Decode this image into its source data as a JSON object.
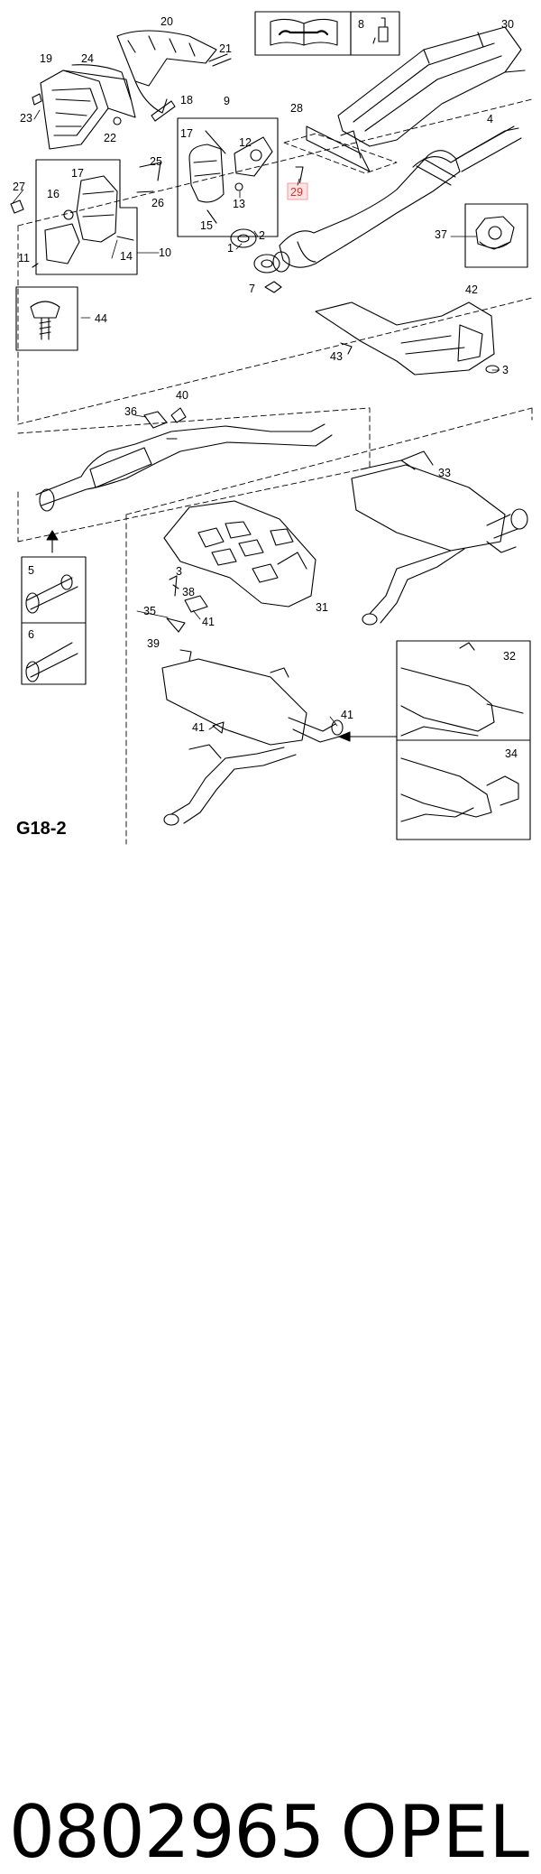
{
  "diagram": {
    "sheet_code": "G18-2",
    "highlighted_callout": "29",
    "callouts": [
      "20",
      "21",
      "19",
      "24",
      "23",
      "18",
      "22",
      "9",
      "17",
      "12",
      "13",
      "15",
      "16",
      "25",
      "26",
      "27",
      "10",
      "11",
      "14",
      "1",
      "2",
      "7",
      "8",
      "30",
      "28",
      "4",
      "29",
      "37",
      "44",
      "42",
      "43",
      "3",
      "36",
      "40",
      "33",
      "5",
      "6",
      "38",
      "35",
      "41",
      "39",
      "31",
      "32",
      "34"
    ]
  },
  "footer": {
    "part_number": "0802965",
    "brand": "OPEL"
  }
}
